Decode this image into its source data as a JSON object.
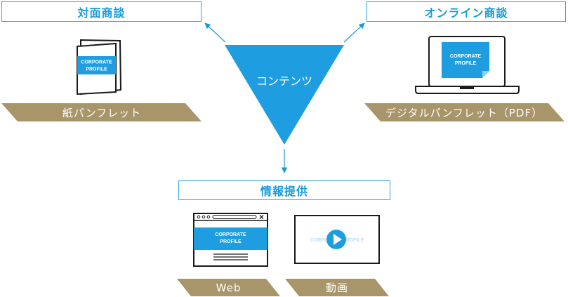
{
  "diagram": {
    "center": {
      "label": "コンテンツ"
    },
    "top_left": {
      "box_label": "対面商談",
      "ribbon_label": "紙パンフレット"
    },
    "top_right": {
      "box_label": "オンライン商談",
      "ribbon_label": "デジタルパンフレット（PDF）"
    },
    "bottom": {
      "box_label": "情報提供",
      "items": [
        {
          "ribbon_label": "Web"
        },
        {
          "ribbon_label": "動画"
        }
      ]
    },
    "brochure_text": [
      "CORPORATE",
      "PROFILE"
    ],
    "video_text": "CORPORATE PROFILE"
  },
  "colors": {
    "accent": "#1a9ad6",
    "triangle": "#1e9ee0",
    "ribbon": "#a8956a",
    "outline": "#1a1a1a"
  }
}
